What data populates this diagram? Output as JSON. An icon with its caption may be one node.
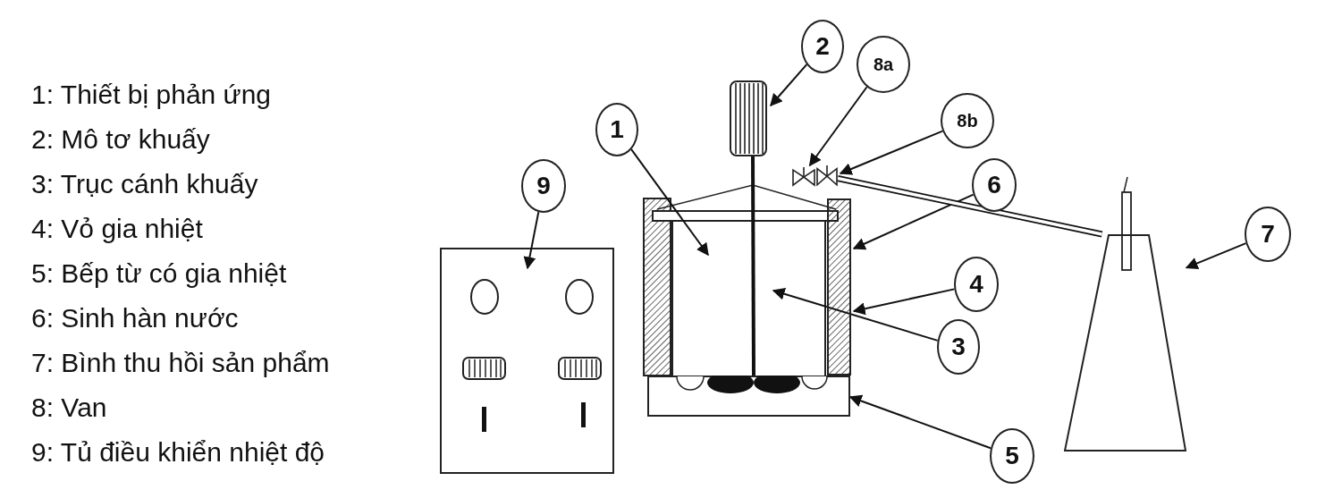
{
  "diagram": {
    "nodes": [
      {
        "text": [
          "1"
        ]
      },
      {
        "text": [
          "2"
        ]
      },
      {
        "text": [
          "8a"
        ]
      },
      {
        "text": [
          "8b"
        ]
      },
      {
        "text": [
          "9"
        ]
      },
      {
        "text": [
          "6"
        ]
      },
      {
        "text": [
          "4"
        ]
      },
      {
        "text": [
          "3"
        ]
      },
      {
        "text": [
          "7"
        ]
      },
      {
        "text": [
          "5"
        ]
      },
      {
        "text": [],
        "shape": "box"
      },
      {
        "text": [],
        "shape": "valve"
      },
      {
        "text": [],
        "shape": "valve"
      },
      {
        "text": [],
        "shape": "bar"
      },
      {
        "text": [],
        "shape": "flask"
      },
      {
        "text": [],
        "shape": "plate"
      }
    ],
    "edges": [
      {
        "from": 0,
        "to": null,
        "arrow": "to"
      },
      {
        "from": 1,
        "to": 10,
        "arrow": "to"
      },
      {
        "from": 2,
        "to": 11,
        "arrow": "to"
      },
      {
        "from": 3,
        "to": 12,
        "arrow": "to"
      },
      {
        "from": 4,
        "to": null,
        "arrow": "to"
      },
      {
        "from": 5,
        "to": 13,
        "arrow": "to"
      },
      {
        "from": 6,
        "to": 13,
        "arrow": "to"
      },
      {
        "from": 7,
        "to": null,
        "arrow": "to"
      },
      {
        "from": 8,
        "to": 14,
        "arrow": "to"
      },
      {
        "from": 9,
        "to": 15,
        "arrow": "to"
      },
      {
        "from": 12,
        "to": 14,
        "arrow": "none",
        "style": "thick"
      }
    ],
    "labels": [
      "1: Thiết bị phản ứng",
      "2: Mô tơ khuấy",
      "3: Trục cánh khuấy",
      "4: Vỏ gia nhiệt",
      "5: Bếp từ có gia nhiệt",
      "6: Sinh hàn nước",
      "7: Bình thu hồi sản phẩm",
      "8: Van",
      "9: Tủ điều khiển nhiệt độ"
    ]
  }
}
